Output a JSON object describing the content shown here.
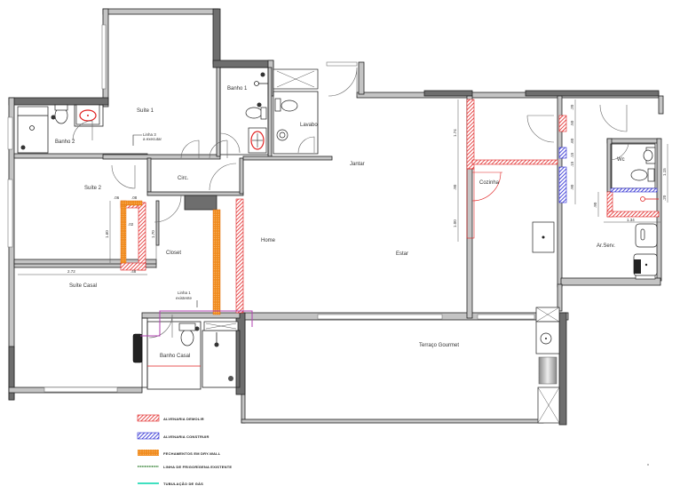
{
  "rooms": {
    "suite1": "Suíte 1",
    "banho1": "Banho 1",
    "lavabo": "Lavabo",
    "banho2": "Banho 2",
    "suite2": "Suíte 2",
    "circ": "Circ.",
    "closet": "Closet",
    "home": "Home",
    "jantar": "Jantar",
    "estar": "Estar",
    "cozinha": "Cozinha",
    "wc": "Wc",
    "ar_serv": "Ar.Serv.",
    "suite_casal": "Suíte Casal",
    "banho_casal": "Banho Casal",
    "terraco_gourmet": "Terraço Gourmet"
  },
  "notes": {
    "linha3_l1": "Linha 3",
    "linha3_l2": "a executar",
    "linha1_l1": "Linha 1",
    "linha1_l2": "existente"
  },
  "dimensions": {
    "suite2_width": "2.72",
    "suite2_closet_w": ".48",
    "closet_h": "1.60",
    "closet_door": "1.70",
    "closet_top1": ".06",
    "closet_top2": ".08",
    "closet_side": ".12",
    "closet_gap": ".02",
    "cozinha_1": "1.74",
    "cozinha_2": ".90",
    "cozinha_3": "1.00",
    "right_1": ".20",
    "right_2": ".50",
    "right_3": ".60",
    "right_4": ".15",
    "right_5": ".15",
    "right_6": ".90",
    "wc_h": "1.15",
    "wc_gap": ".20",
    "ar_w": "1.34",
    "ar_h": ".90"
  },
  "legend": {
    "items": [
      {
        "label": "ALVENARIA DEMOLIR",
        "color": "#e02020",
        "pattern": "hatch"
      },
      {
        "label": "ALVENARIA CONSTRUIR",
        "color": "#2020d0",
        "pattern": "hatch"
      },
      {
        "label": "FECHAMENTOS EM DRY-WALL",
        "color": "#f08a1c",
        "pattern": "dots"
      },
      {
        "label": "LINHA DE FRIGORÍGENA EXISTENTE",
        "color": "#2a7a2a",
        "pattern": "dashed"
      },
      {
        "label": "TUBULAÇÃO DE GÁS",
        "color": "#40e0c0",
        "pattern": "solid"
      }
    ]
  },
  "colors": {
    "demolish": "#e02020",
    "build": "#2020d0",
    "drywall": "#f08a1c",
    "refrigerant": "#b040b0",
    "gas": "#40e0c0",
    "wall_fill": "#c4c4c4",
    "wall_dark": "#6e6e6e"
  }
}
